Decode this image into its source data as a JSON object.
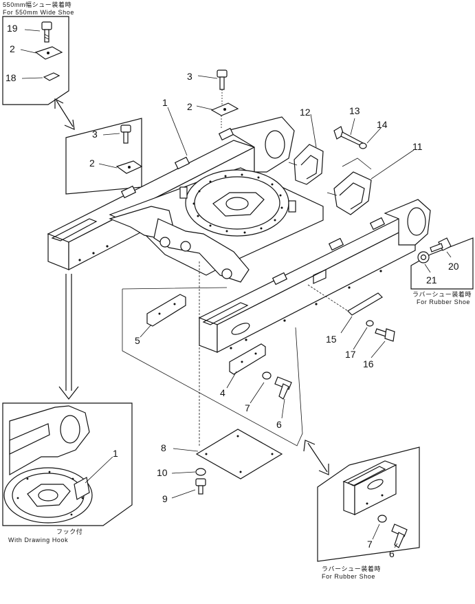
{
  "captions": {
    "wide_shoe_jp": "550mm幅シュー装着時",
    "wide_shoe_en": "For 550mm Wide Shoe",
    "rubber_shoe_right_jp": "ラバーシュー装着時",
    "rubber_shoe_right_en": "For Rubber Shoe",
    "rubber_shoe_bottom_jp": "ラバーシュー装着時",
    "rubber_shoe_bottom_en": "For Rubber Shoe",
    "drawing_hook_jp": "フック付",
    "drawing_hook_en": "With Drawing Hook"
  },
  "callouts": {
    "n1_main": "1",
    "n2_main": "2",
    "n3_main": "3",
    "n2_box": "2",
    "n3_box": "3",
    "n2_inset": "2",
    "n18": "18",
    "n19": "19",
    "n4": "4",
    "n5": "5",
    "n6": "6",
    "n7": "7",
    "n8": "8",
    "n9": "9",
    "n10": "10",
    "n11": "11",
    "n12": "12",
    "n13": "13",
    "n14": "14",
    "n15": "15",
    "n16": "16",
    "n17": "17",
    "n20": "20",
    "n21": "21",
    "n1_hook": "1",
    "n6_rubber": "6",
    "n7_rubber": "7"
  }
}
